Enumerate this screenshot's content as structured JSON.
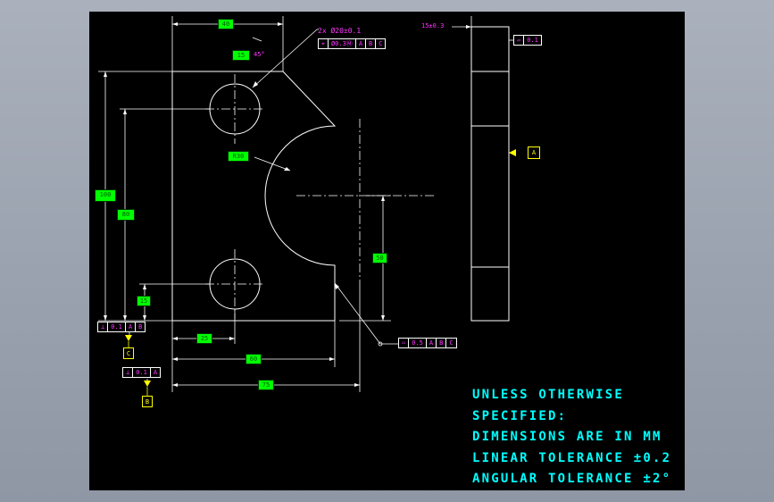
{
  "colors": {
    "background": "#000000",
    "geometry": "#ffffff",
    "dimension_box": "#00ff00",
    "tolerance_text": "#ff33ff",
    "datum": "#ffff00",
    "notes": "#00ffff"
  },
  "dimensions": {
    "top_width": "40",
    "chamfer": "15",
    "chamfer_angle": "45°",
    "arc_radius": "R30",
    "height_total": "100",
    "height_hole": "80",
    "height_lower": "15",
    "arc_center_height": "50",
    "hole_offset_x": "25",
    "width_mid": "60",
    "width_total": "75"
  },
  "holes": {
    "note": "2x Ø20±0.1",
    "fcf": [
      "⌖",
      "Ø0.3Ⓜ",
      "A",
      "B",
      "C"
    ]
  },
  "datums": {
    "A": "A",
    "B": "B",
    "C": "C"
  },
  "fcf_perp_c": [
    "⊥",
    "0.1",
    "A",
    "B"
  ],
  "fcf_perp_b": [
    "⊥",
    "0.1",
    "A"
  ],
  "fcf_profile": [
    "⌓",
    "0.5",
    "A",
    "B",
    "C"
  ],
  "side_view": {
    "thickness": "15±0.3",
    "flatness_fcf": [
      "▱",
      "0.1"
    ]
  },
  "notes": {
    "line1": "UNLESS OTHERWISE",
    "line2": "SPECIFIED:",
    "line3": "DIMENSIONS ARE IN MM",
    "line4": "LINEAR TOLERANCE ±0.2",
    "line5": "ANGULAR TOLERANCE ±2°"
  }
}
